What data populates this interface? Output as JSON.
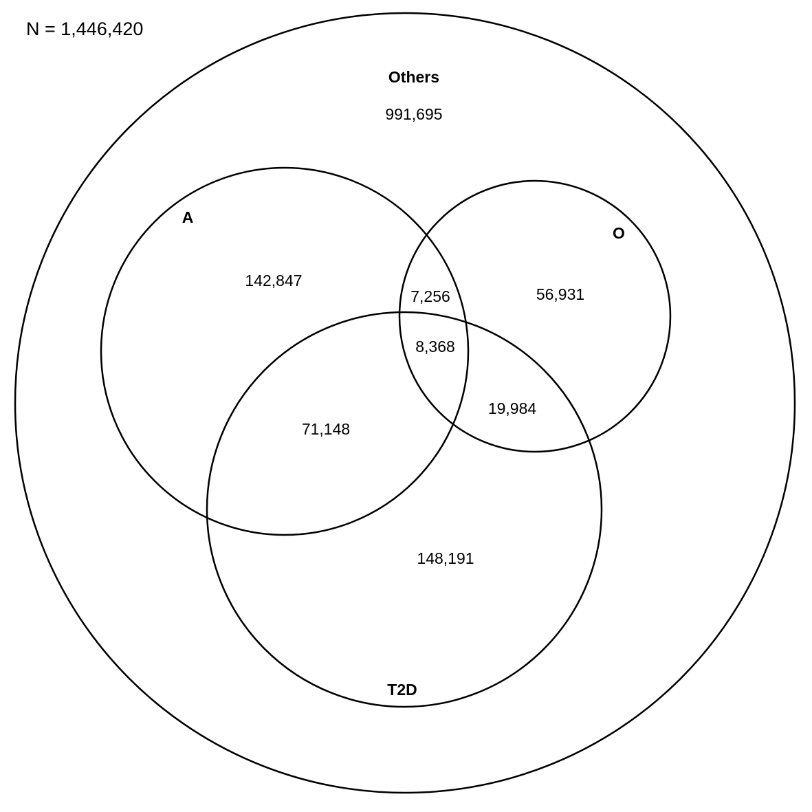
{
  "total_label": "N = 1,446,420",
  "sets": {
    "others": {
      "name": "Others",
      "count": "991,695"
    },
    "a": {
      "name": "A",
      "count": "142,847"
    },
    "o": {
      "name": "O",
      "count": "56,931"
    },
    "t2d": {
      "name": "T2D",
      "count": "148,191"
    }
  },
  "intersections": {
    "a_o": "7,256",
    "a_o_t2d": "8,368",
    "a_t2d": "71,148",
    "o_t2d": "19,984"
  },
  "colors": {
    "stroke": "#000000",
    "text": "#000000",
    "background": "#ffffff"
  }
}
